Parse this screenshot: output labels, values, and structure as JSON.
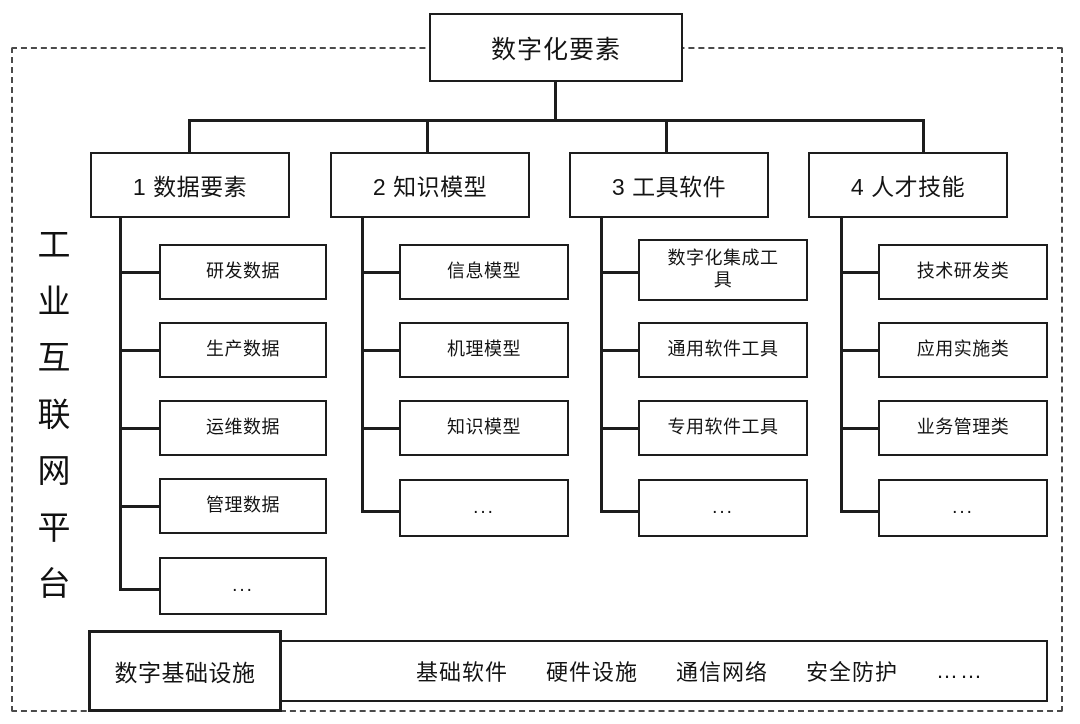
{
  "diagram": {
    "title": "数字化要素",
    "platform_label": "工业互联网平台",
    "platform_label_chars": [
      "工",
      "业",
      "互",
      "联",
      "网",
      "平",
      "台"
    ],
    "categories": [
      {
        "label": "1 数据要素",
        "items": [
          "研发数据",
          "生产数据",
          "运维数据",
          "管理数据",
          "..."
        ]
      },
      {
        "label": "2 知识模型",
        "items": [
          "信息模型",
          "机理模型",
          "知识模型",
          "..."
        ]
      },
      {
        "label": "3 工具软件",
        "items": [
          "数字化集成工具",
          "通用软件工具",
          "专用软件工具",
          "..."
        ]
      },
      {
        "label": "4 人才技能",
        "items": [
          "技术研发类",
          "应用实施类",
          "业务管理类",
          "..."
        ]
      }
    ],
    "infrastructure": {
      "label": "数字基础设施",
      "items": [
        "基础软件",
        "硬件设施",
        "通信网络",
        "安全防护",
        "……"
      ]
    },
    "colors": {
      "stroke": "#1d1d1d",
      "dashed_border": "#4a4a4a",
      "background": "#ffffff",
      "text": "#141414"
    }
  }
}
